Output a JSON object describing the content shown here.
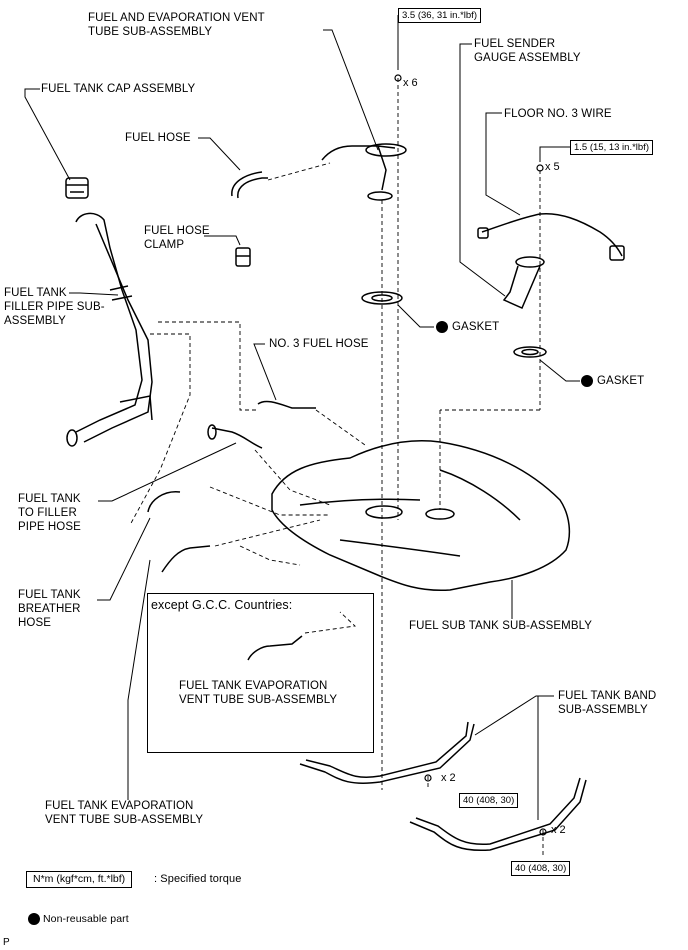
{
  "labels": {
    "fuel_evap_vent_tube": "FUEL AND EVAPORATION VENT\nTUBE SUB-ASSEMBLY",
    "fuel_tank_cap": "FUEL TANK CAP ASSEMBLY",
    "fuel_hose": "FUEL HOSE",
    "fuel_hose_clamp": "FUEL HOSE\nCLAMP",
    "filler_pipe": "FUEL TANK\nFILLER PIPE SUB-\nASSEMBLY",
    "fuel_sender": "FUEL SENDER\nGAUGE ASSEMBLY",
    "floor_wire": "FLOOR NO. 3 WIRE",
    "gasket_1": "GASKET",
    "gasket_2": "GASKET",
    "no3_fuel_hose": "NO. 3 FUEL HOSE",
    "filler_pipe_hose": "FUEL TANK\nTO FILLER\nPIPE HOSE",
    "breather_hose": "FUEL TANK\nBREATHER\nHOSE",
    "inset_title": "except G.C.C. Countries:",
    "inset_part": "FUEL TANK EVAPORATION\nVENT TUBE SUB-ASSEMBLY",
    "sub_tank": "FUEL SUB TANK SUB-ASSEMBLY",
    "tank_band": "FUEL TANK BAND\nSUB-ASSEMBLY",
    "evap_vent_tube": "FUEL TANK EVAPORATION\nVENT TUBE SUB-ASSEMBLY"
  },
  "torques": {
    "t1": "3.5 (36, 31 in.*lbf)",
    "t2": "1.5 (15, 13 in.*lbf)",
    "t3": "40 (408, 30)",
    "t4": "40 (408, 30)"
  },
  "quantities": {
    "q1": "x 6",
    "q2": "x 5",
    "q3": "x 2",
    "q4": "x 2"
  },
  "legend": {
    "torque_box": "N*m (kgf*cm, ft.*lbf)",
    "torque_text": ": Specified torque",
    "nonreuse_text": "Non-reusable part"
  },
  "footer": {
    "code": "P"
  }
}
